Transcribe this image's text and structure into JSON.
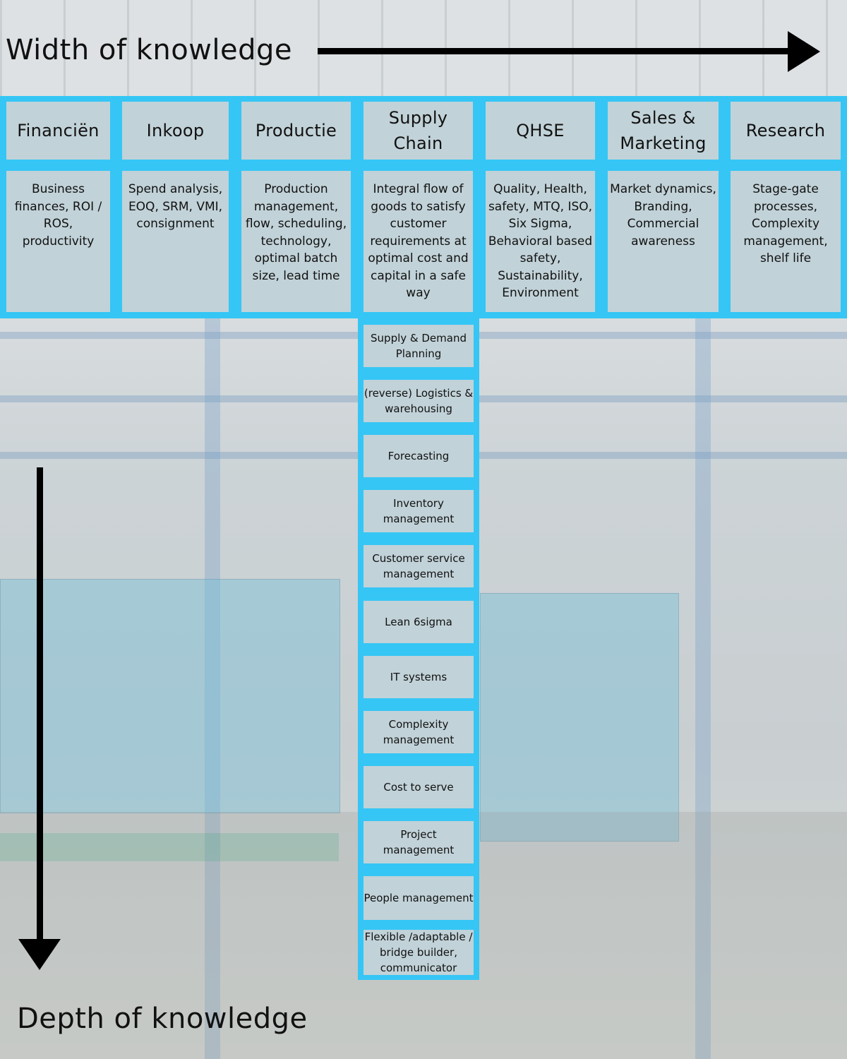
{
  "axes": {
    "width_label": "Width of knowledge",
    "depth_label": "Depth of knowledge"
  },
  "colors": {
    "accent": "#35c6f5",
    "box": "#cdd2d5",
    "arrow": "#000000"
  },
  "columns": [
    {
      "title": "Financiën",
      "description": "Business finances, ROI / ROS, productivity"
    },
    {
      "title": "Inkoop",
      "description": "Spend analysis, EOQ, SRM, VMI, consignment"
    },
    {
      "title": "Productie",
      "description": "Production management, flow, scheduling, technology, optimal batch size, lead time"
    },
    {
      "title": "Supply Chain",
      "description": "Integral flow of goods to satisfy customer requirements at optimal cost and capital in a safe way"
    },
    {
      "title": "QHSE",
      "description": "Quality, Health, safety, MTQ, ISO, Six Sigma, Behavioral based safety, Sustainability, Environment"
    },
    {
      "title": "Sales & Marketing",
      "description": "Market dynamics, Branding, Commercial awareness"
    },
    {
      "title": "Research",
      "description": "Stage-gate processes, Complexity management, shelf life"
    }
  ],
  "depth_items": [
    "Supply & Demand Planning",
    "(reverse) Logistics & warehousing",
    "Forecasting",
    "Inventory management",
    "Customer service management",
    "Lean 6sigma",
    "IT systems",
    "Complexity management",
    "Cost to serve",
    "Project management",
    "People management",
    "Flexible /adaptable / bridge builder, communicator"
  ]
}
